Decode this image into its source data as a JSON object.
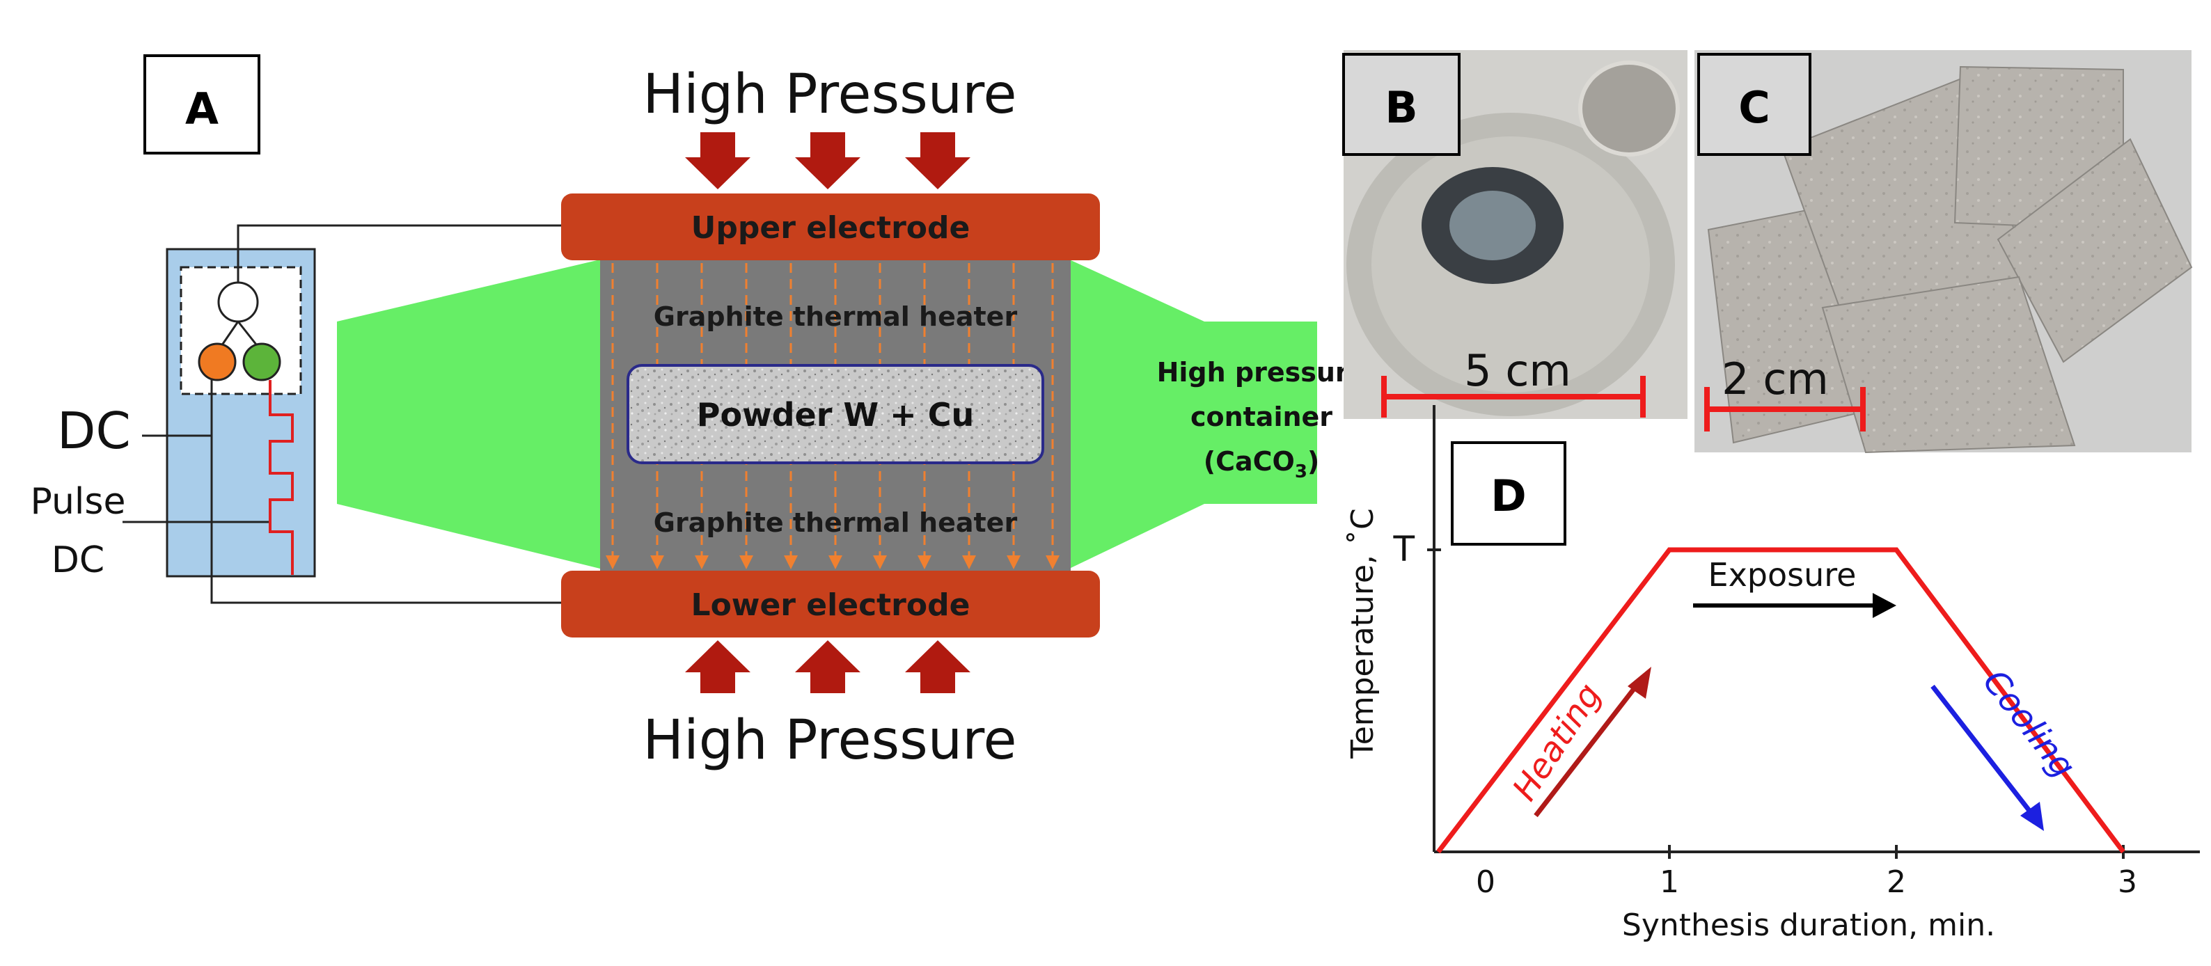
{
  "panel_a": {
    "label": "A",
    "top_pressure": "High Pressure",
    "bottom_pressure": "High Pressure",
    "upper_electrode": "Upper electrode",
    "lower_electrode": "Lower electrode",
    "heater_top": "Graphite thermal heater",
    "heater_bottom": "Graphite thermal heater",
    "powder": "Powder W + Cu",
    "container_line1": "High pressure",
    "container_line2": "container",
    "container_line3_pre": "(CaCO",
    "container_sub": "3",
    "container_line3_post": ")",
    "dc": "DC",
    "pulse_line1": "Pulse",
    "pulse_line2": "DC",
    "colors": {
      "electrode": "#c8401c",
      "arrow": "#b01a10",
      "container": "#66ee66",
      "heater": "#7a7a7a",
      "flow_line": "#f08030",
      "power_box": "#a9cdea",
      "node_orange": "#f07a22",
      "node_green": "#5cb43a",
      "pulse_wire": "#e02020"
    }
  },
  "panel_b": {
    "label": "B",
    "scale": "5 cm"
  },
  "panel_c": {
    "label": "C",
    "scale": "2 cm"
  },
  "panel_d": {
    "label": "D",
    "ylabel": "Temperature, ˚C",
    "t_label": "T",
    "xlabel": "Synthesis duration, min.",
    "ticks": [
      "0",
      "1",
      "2",
      "3"
    ],
    "heating": "Heating",
    "exposure": "Exposure",
    "cooling": "Cooling",
    "colors": {
      "profile": "#ee1c1c",
      "heating_arrow": "#b01a18",
      "cooling_arrow": "#1c20e0",
      "exposure_arrow": "#000000"
    }
  }
}
